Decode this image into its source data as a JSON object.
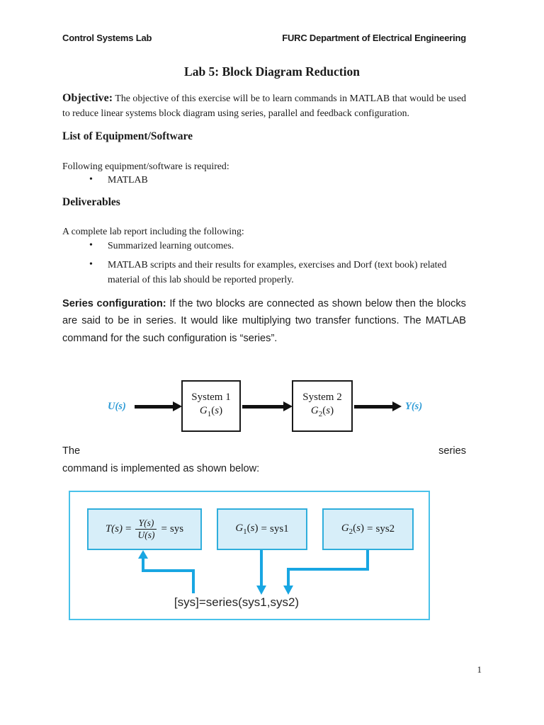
{
  "header": {
    "left": "Control Systems Lab",
    "right": "FURC Department of Electrical Engineering"
  },
  "title": "Lab 5: Block Diagram Reduction",
  "objective": {
    "label": "Objective:",
    "text": "The objective of this exercise will be to learn commands in MATLAB that would be used to reduce linear systems block diagram using series, parallel and feedback configuration."
  },
  "equipment": {
    "heading": "List of Equipment/Software",
    "intro": "Following equipment/software is required:",
    "items": [
      "MATLAB"
    ]
  },
  "deliverables": {
    "heading": "Deliverables",
    "intro": "A complete lab report including the following:",
    "items": [
      "Summarized learning outcomes.",
      "MATLAB scripts and their results for examples, exercises and Dorf (text book) related material of this lab should be reported properly."
    ]
  },
  "series_section": {
    "label": "Series configuration:",
    "text": "If the two blocks are connected as shown below then the blocks are said to be in series. It would like multiplying two transfer functions. The MATLAB command for the such configuration is “series”.",
    "cont_left": "The",
    "cont_right": "series",
    "cont_line2": "command is implemented as shown below:"
  },
  "block_diagram": {
    "input_label": "U(s)",
    "output_label": "Y(s)",
    "blocks": [
      {
        "title": "System 1",
        "base": "G",
        "sub": "1",
        "open": "(",
        "var": "s",
        "close": ")"
      },
      {
        "title": "System 2",
        "base": "G",
        "sub": "2",
        "open": "(",
        "var": "s",
        "close": ")"
      }
    ]
  },
  "series_figure": {
    "eq_t": {
      "lhs": "T(s)",
      "eq": "=",
      "num": "Y(s)",
      "den": "U(s)",
      "eq2": "=",
      "rhs": "sys"
    },
    "eq_g1": {
      "base": "G",
      "sub": "1",
      "open": "(",
      "var": "s",
      "close": ")",
      "eq": "=",
      "rhs": "sys1"
    },
    "eq_g2": {
      "base": "G",
      "sub": "2",
      "open": "(",
      "var": "s",
      "close": ")",
      "eq": "=",
      "rhs": "sys2"
    },
    "command": "[sys]=series(sys1,sys2)"
  },
  "page_number": "1",
  "colors": {
    "label_blue": "#2E9BD6",
    "figure_border": "#49C2EA",
    "eq_box_border": "#2FAEDC",
    "eq_box_fill": "#D7EEF9",
    "arrow_cyan": "#18A6E2",
    "diagram_black": "#111111"
  }
}
